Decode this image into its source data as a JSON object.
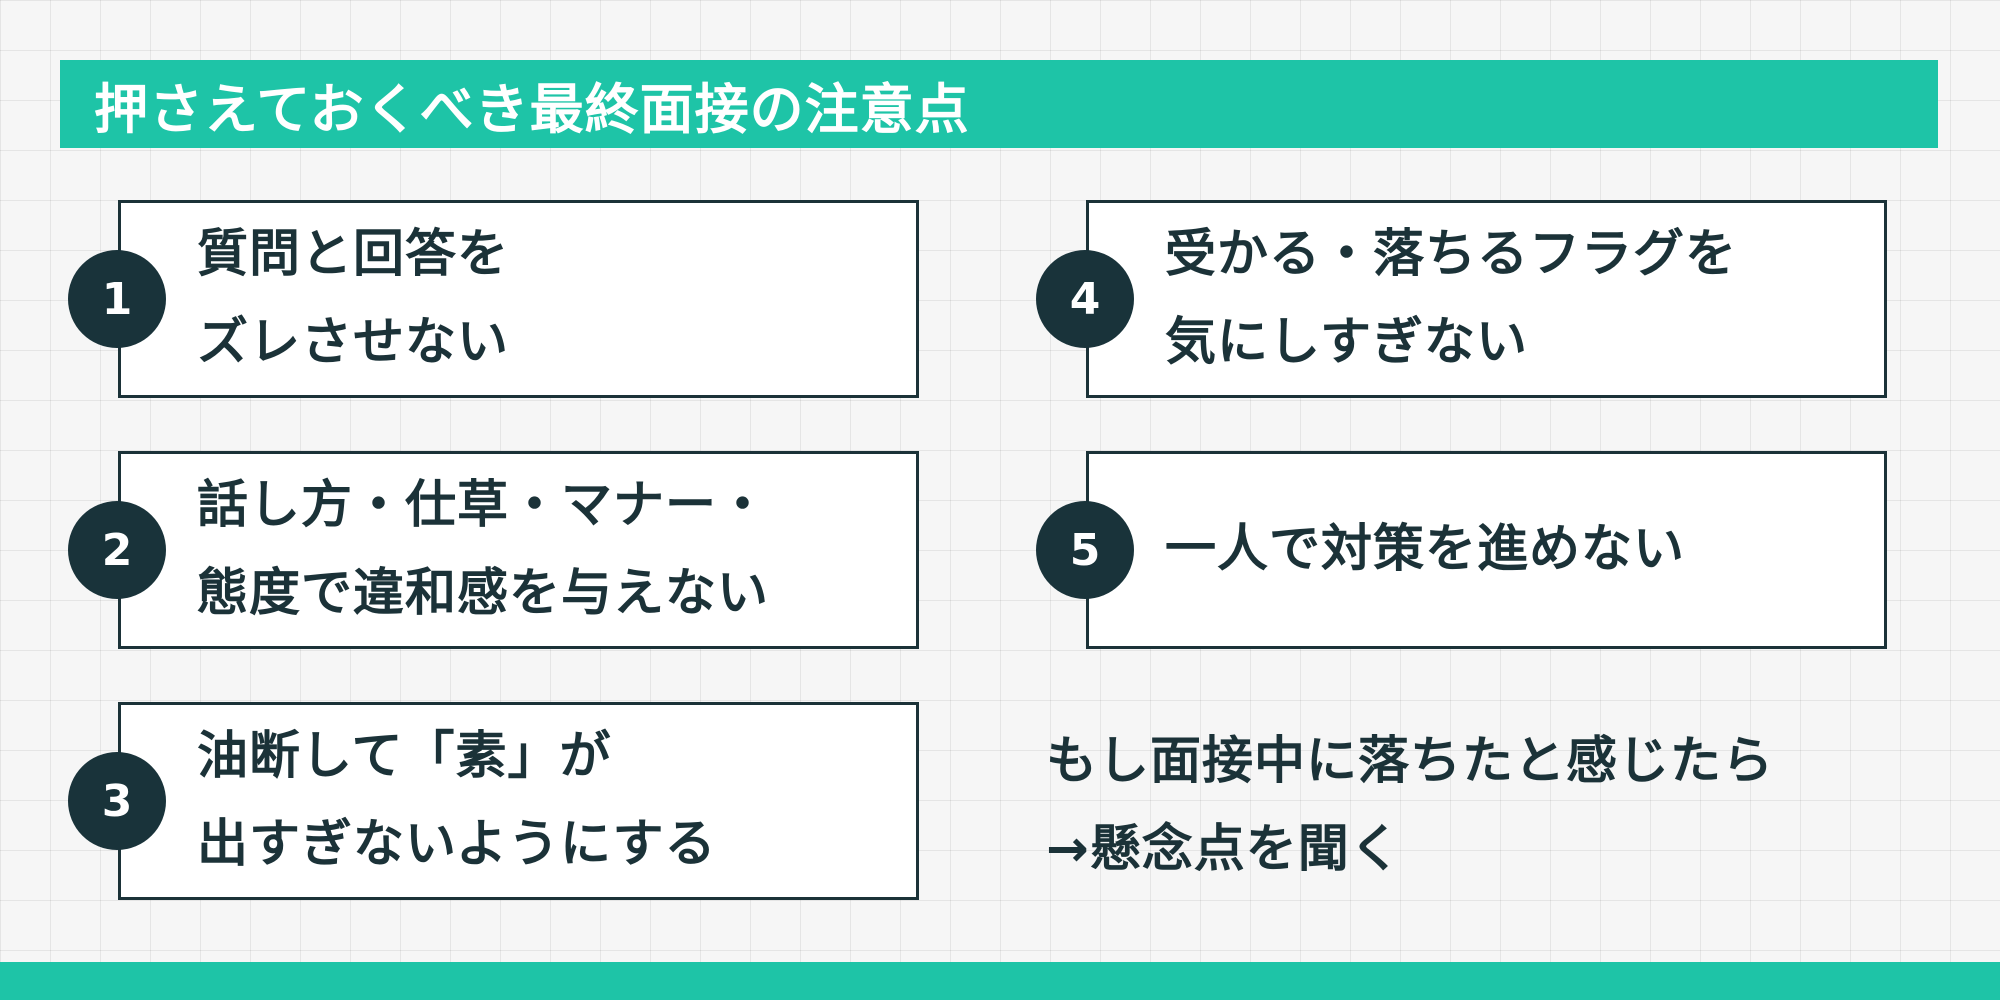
{
  "title": "押さえておくべき最終面接の注意点",
  "items": [
    {
      "number": "1",
      "text": "質問と回答を\nズレさせない"
    },
    {
      "number": "2",
      "text": "話し方・仕草・マナー・\n態度で違和感を与えない"
    },
    {
      "number": "3",
      "text": "油断して「素」が\n出すぎないようにする"
    },
    {
      "number": "4",
      "text": "受かる・落ちるフラグを\n気にしすぎない"
    },
    {
      "number": "5",
      "text": "一人で対策を進めない"
    }
  ],
  "note": "もし面接中に落ちたと感じたら\n→懸念点を聞く",
  "colors": {
    "accent": "#1ec4a7",
    "dark": "#1b3238",
    "badge": "#19333a",
    "background": "#f6f6f6"
  }
}
